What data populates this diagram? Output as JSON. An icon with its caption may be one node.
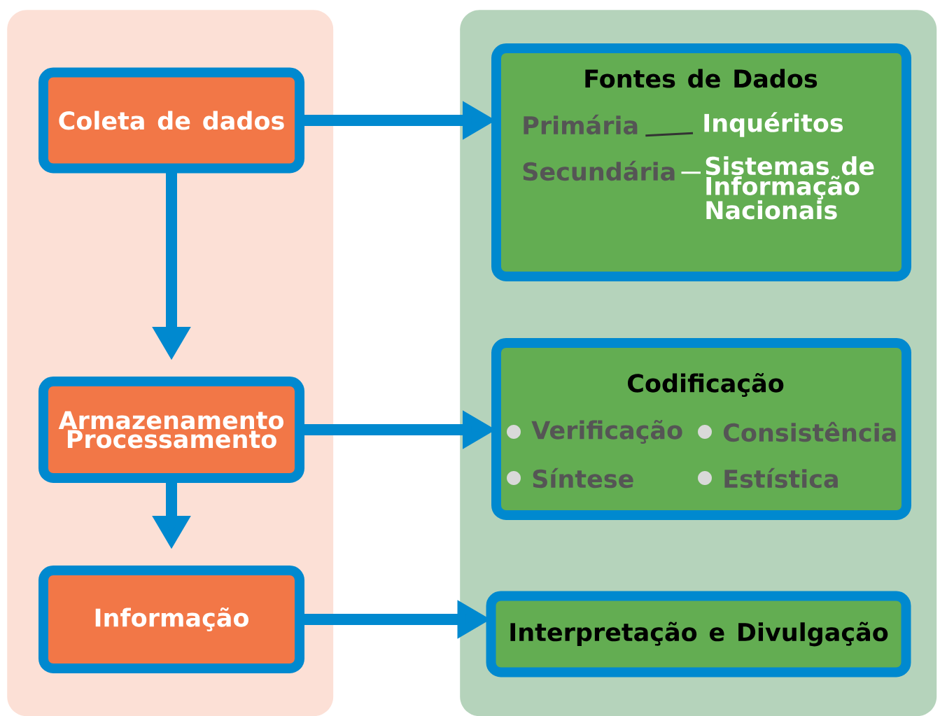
{
  "diagram": {
    "nodes": [
      {
        "text": [],
        "shape": "box"
      },
      {
        "text": [],
        "shape": "box"
      },
      {
        "text": [
          "Coleta de dados"
        ],
        "in": 0
      },
      {
        "text": [
          "Armazenamento Processamento"
        ],
        "in": 0
      },
      {
        "text": [
          "Informação"
        ],
        "in": 0
      },
      {
        "text": [
          "Fontes de Dados"
        ],
        "in": 1
      },
      {
        "text": [
          "Primária"
        ],
        "in": 5
      },
      {
        "text": [
          "Inquéritos"
        ],
        "in": 5
      },
      {
        "text": [
          "Secundária"
        ],
        "in": 5
      },
      {
        "text": [
          "Sistemas de Informação Nacionais"
        ],
        "in": 5
      },
      {
        "text": [
          "Codificação",
          "Verificação",
          "Consistência",
          "Síntese",
          "Estística"
        ],
        "in": 1
      },
      {
        "text": [
          "Interpretação e Divulgação"
        ],
        "in": 1
      }
    ],
    "edges": [
      {
        "from": 2,
        "to": 3,
        "arrow": "to"
      },
      {
        "from": 3,
        "to": 4,
        "arrow": "to"
      },
      {
        "from": 2,
        "to": 5,
        "arrow": "to"
      },
      {
        "from": 3,
        "to": 10,
        "arrow": "to"
      },
      {
        "from": 4,
        "to": 11,
        "arrow": "to"
      },
      {
        "from": 6,
        "to": 7,
        "arrow": "none",
        "color": "#333333"
      },
      {
        "from": 8,
        "to": 9,
        "arrow": "none",
        "color": "#ffffff"
      }
    ]
  }
}
